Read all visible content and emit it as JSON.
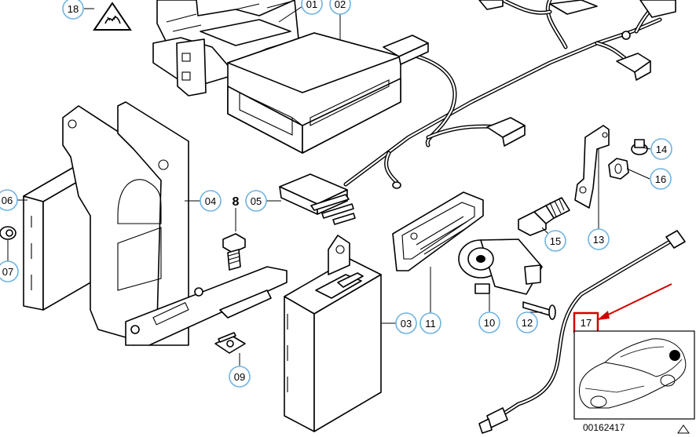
{
  "diagram": {
    "document_number": "00162417",
    "highlighted_part": "17",
    "unboxed_label": "8",
    "callouts": {
      "c18": "18",
      "c01": "01",
      "c02": "02",
      "c06": "06",
      "c07": "07",
      "c04": "04",
      "c05": "05",
      "c14": "14",
      "c16": "16",
      "c15": "15",
      "c13": "13",
      "c03": "03",
      "c11": "11",
      "c10": "10",
      "c12": "12",
      "c09": "09"
    },
    "colors": {
      "callout_ring": "#6fb3e0",
      "highlight": "#d00000",
      "line": "#000000"
    },
    "icons": [
      "warning-triangle-icon",
      "car-location-icon",
      "expand-triangle-icon"
    ]
  }
}
